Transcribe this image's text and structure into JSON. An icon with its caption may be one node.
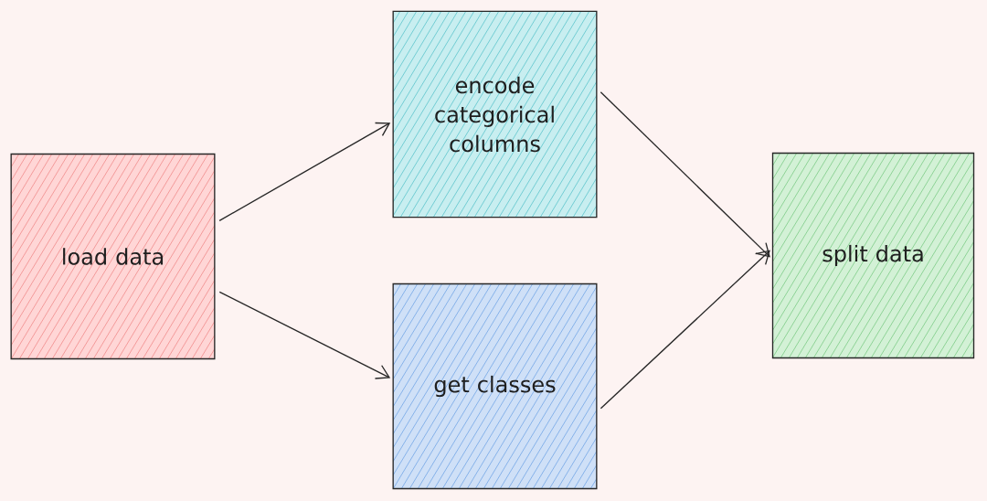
{
  "diagram": {
    "nodes": [
      {
        "text": [
          "load data"
        ]
      },
      {
        "text": [
          "encode categorical columns"
        ]
      },
      {
        "text": [
          "get classes"
        ]
      },
      {
        "text": [
          "split data"
        ]
      }
    ],
    "edges": [
      {
        "from": 0,
        "to": 1,
        "arrow": "to"
      },
      {
        "from": 0,
        "to": 2,
        "arrow": "to"
      },
      {
        "from": 1,
        "to": 3,
        "arrow": "to"
      },
      {
        "from": 2,
        "to": 3,
        "arrow": "to"
      }
    ]
  }
}
